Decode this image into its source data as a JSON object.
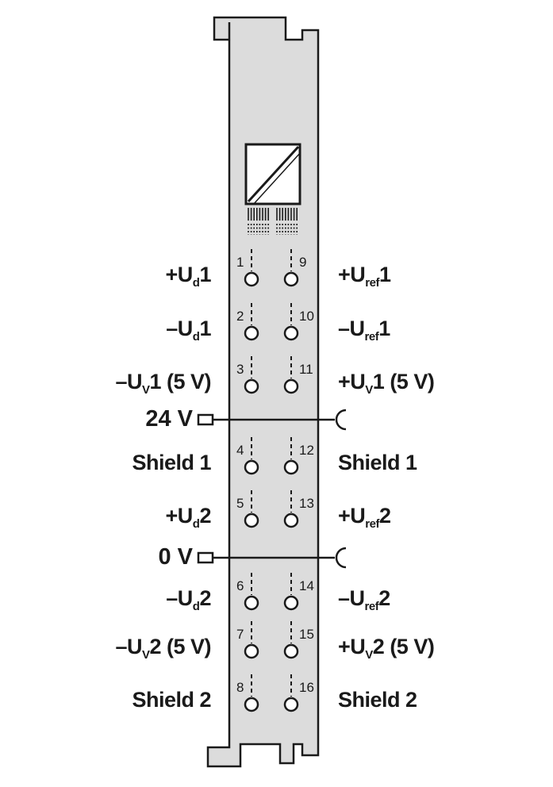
{
  "colors": {
    "module_fill": "#dcdcdc",
    "stroke": "#1a1a1a",
    "background": "#ffffff"
  },
  "rows": [
    {
      "left": {
        "pre": "+U",
        "sub": "d",
        "post": "1"
      },
      "left_pin": "1",
      "right_pin": "9",
      "right": {
        "pre": "+U",
        "sub": "ref",
        "post": "1"
      }
    },
    {
      "left": {
        "pre": "–U",
        "sub": "d",
        "post": "1"
      },
      "left_pin": "2",
      "right_pin": "10",
      "right": {
        "pre": "–U",
        "sub": "ref",
        "post": "1"
      }
    },
    {
      "left": {
        "pre": "–U",
        "sub": "V",
        "post": "1 (5 V)"
      },
      "left_pin": "3",
      "right_pin": "11",
      "right": {
        "pre": "+U",
        "sub": "V",
        "post": "1 (5 V)"
      }
    },
    {
      "left": {
        "pre": "Shield 1",
        "sub": "",
        "post": ""
      },
      "left_pin": "4",
      "right_pin": "12",
      "right": {
        "pre": "Shield 1",
        "sub": "",
        "post": ""
      }
    },
    {
      "left": {
        "pre": "+U",
        "sub": "d",
        "post": "2"
      },
      "left_pin": "5",
      "right_pin": "13",
      "right": {
        "pre": "+U",
        "sub": "ref",
        "post": "2"
      }
    },
    {
      "left": {
        "pre": "–U",
        "sub": "d",
        "post": "2"
      },
      "left_pin": "6",
      "right_pin": "14",
      "right": {
        "pre": "–U",
        "sub": "ref",
        "post": "2"
      }
    },
    {
      "left": {
        "pre": "–U",
        "sub": "V",
        "post": "2 (5 V)"
      },
      "left_pin": "7",
      "right_pin": "15",
      "right": {
        "pre": "+U",
        "sub": "V",
        "post": "2 (5 V)"
      }
    },
    {
      "left": {
        "pre": "Shield 2",
        "sub": "",
        "post": ""
      },
      "left_pin": "8",
      "right_pin": "16",
      "right": {
        "pre": "Shield 2",
        "sub": "",
        "post": ""
      }
    }
  ],
  "rails": [
    {
      "label": "24 V"
    },
    {
      "label": "0 V"
    }
  ]
}
